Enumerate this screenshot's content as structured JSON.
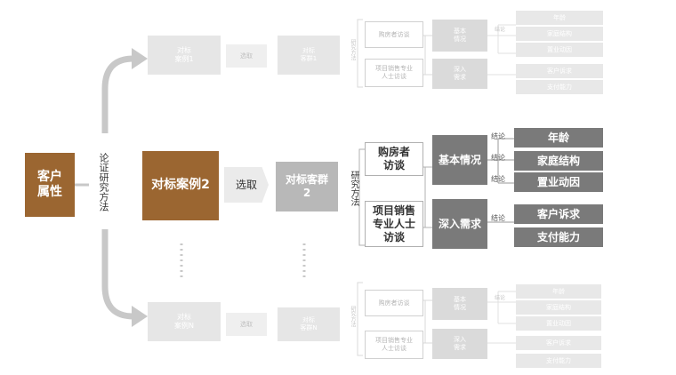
{
  "root": {
    "label": "客户\n属性"
  },
  "method_label": "论证研究方法",
  "select_label": "选取",
  "research_label": "研究方法",
  "conclusion_label": "结论",
  "rows": [
    {
      "case": "对标\n案例1",
      "group": "对标\n客群1",
      "m1": "购房者访谈",
      "m2": "项目销售专业\n人士访谈",
      "c1": "基本\n情况",
      "c2": "深入\n需求",
      "r": [
        "年龄",
        "家庭结构",
        "置业动因",
        "客户诉求",
        "支付能力"
      ]
    },
    {
      "case": "对标案例2",
      "group": "对标客群\n2",
      "m1": "购房者\n访谈",
      "m2": "项目销售\n专业人士\n访谈",
      "c1": "基本情况",
      "c2": "深入需求",
      "r": [
        "年龄",
        "家庭结构",
        "置业动因",
        "客户诉求",
        "支付能力"
      ]
    },
    {
      "case": "对标\n案例N",
      "group": "对标\n客群N",
      "m1": "购房者访谈",
      "m2": "项目销售专业\n人士访谈",
      "c1": "基本\n情况",
      "c2": "深入\n需求",
      "r": [
        "年龄",
        "家庭结构",
        "置业动因",
        "客户诉求",
        "支付能力"
      ]
    }
  ],
  "colors": {
    "brown": "#9b6631",
    "dark_gray": "#7a7a7a",
    "light_gray": "#e6e6e6"
  }
}
